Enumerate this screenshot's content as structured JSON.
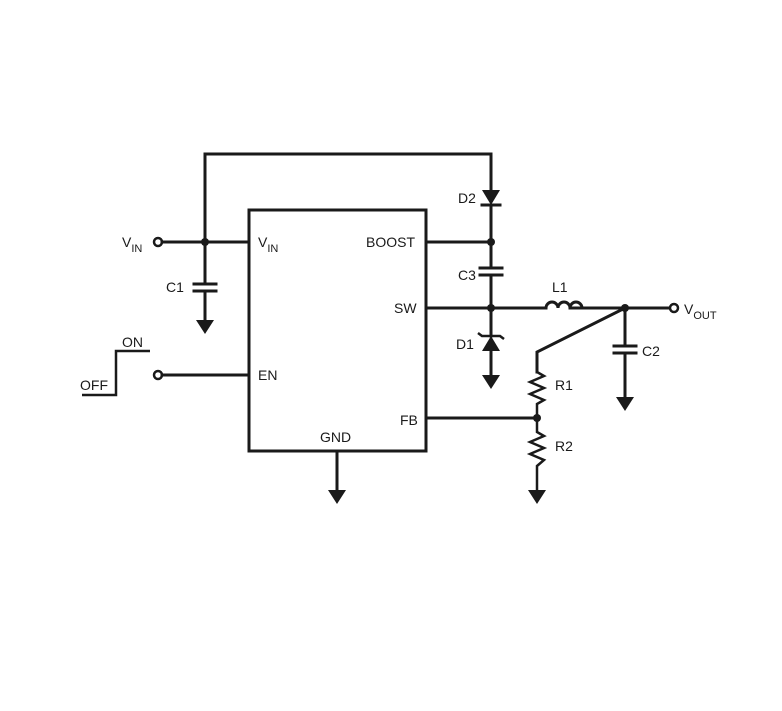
{
  "schematic": {
    "ic_pins": {
      "vin_main": "V",
      "vin_sub": "IN",
      "boost": "BOOST",
      "sw": "SW",
      "en": "EN",
      "fb": "FB",
      "gnd": "GND"
    },
    "terminals": {
      "vin_main": "V",
      "vin_sub": "IN",
      "vout_main": "V",
      "vout_sub": "OUT"
    },
    "switch": {
      "on": "ON",
      "off": "OFF"
    },
    "components": {
      "c1": "C1",
      "c2": "C2",
      "c3": "C3",
      "d1": "D1",
      "d2": "D2",
      "l1": "L1",
      "r1": "R1",
      "r2": "R2"
    }
  }
}
